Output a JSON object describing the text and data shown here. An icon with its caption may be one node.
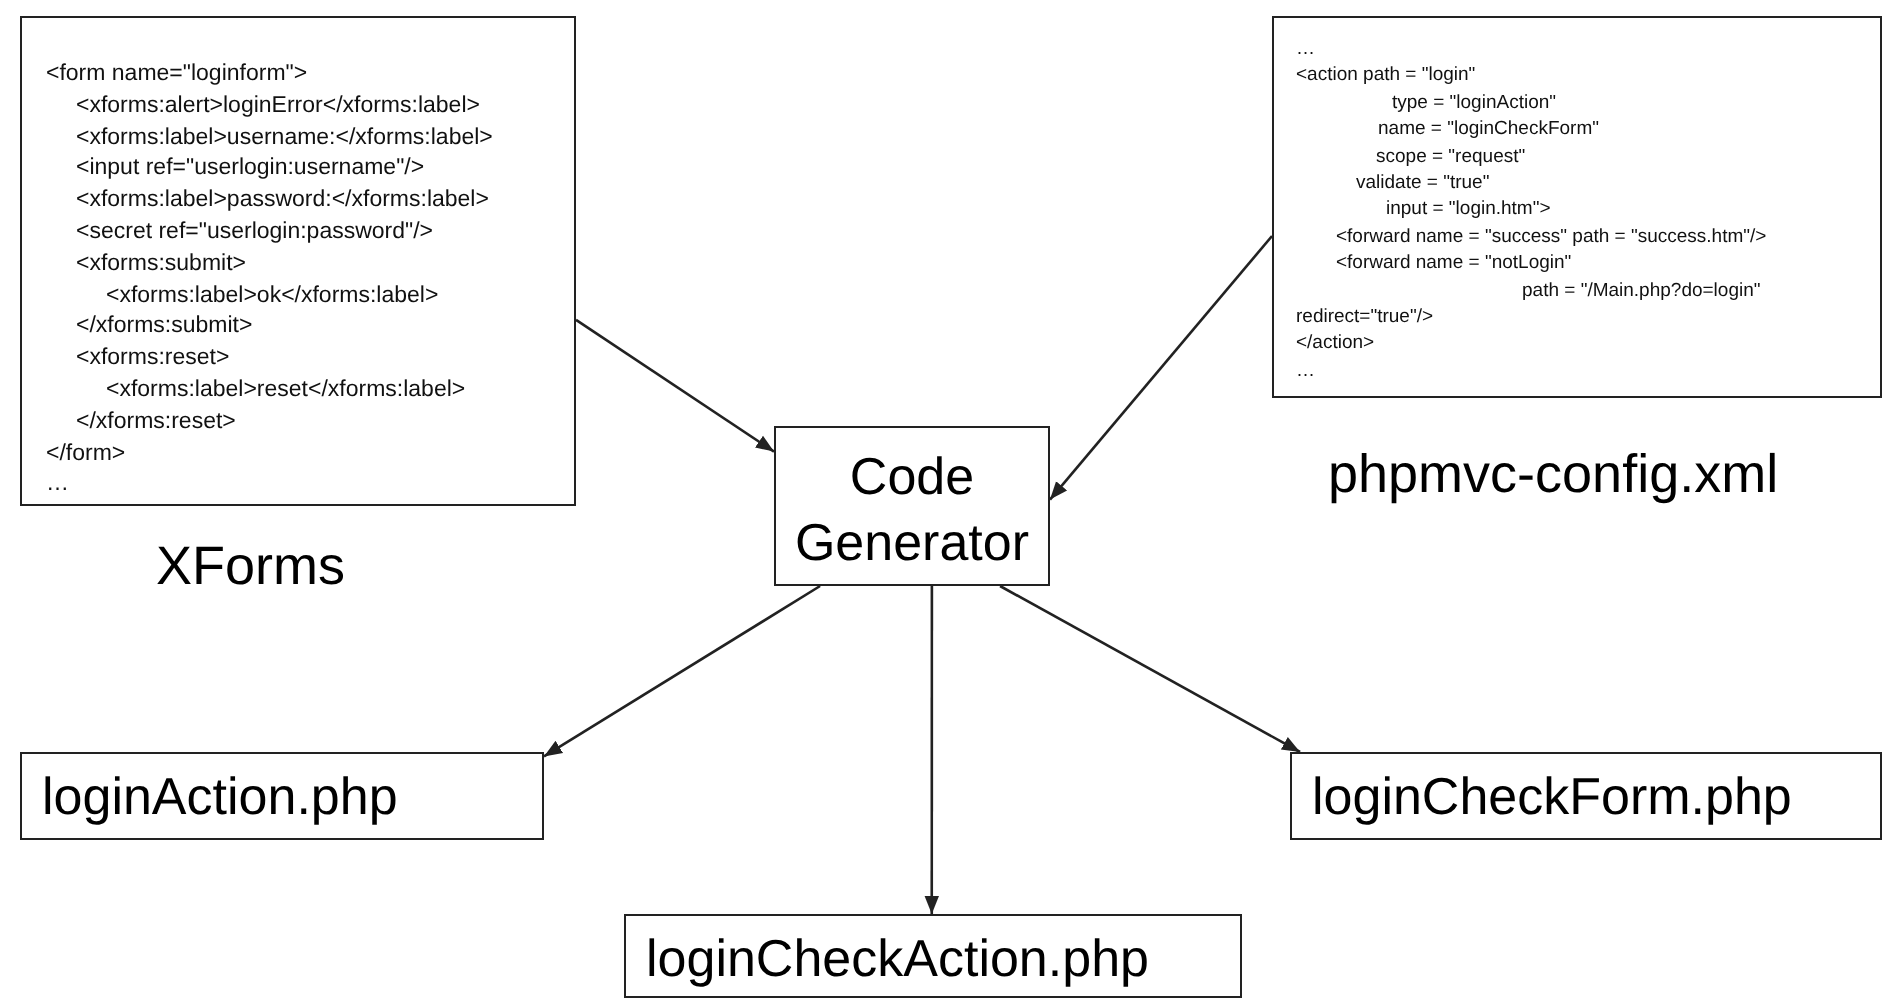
{
  "diagram": {
    "nodes": [
      {
        "text": [
          "<form name=\"loginform\">",
          "<xforms:alert>loginError</xforms:label>",
          "<xforms:label>username:</xforms:label>",
          "<input ref=\"userlogin:username\"/>",
          "<xforms:label>password:</xforms:label>",
          "<secret ref=\"userlogin:password\"/>",
          "<xforms:submit>",
          "<xforms:label>ok</xforms:label>",
          "</xforms:submit>",
          "<xforms:reset>",
          "<xforms:label>reset</xforms:label>",
          "</xforms:reset>",
          "</form>",
          "…"
        ],
        "beside": [
          "XForms"
        ]
      },
      {
        "text": [
          "…",
          "<action  path = \"login\"",
          "type = \"loginAction\"",
          "name = \"loginCheckForm\"",
          "scope = \"request\"",
          "validate = \"true\"",
          "input = \"login.htm\">",
          "<forward name = \"success\" path = \"success.htm\"/>",
          "<forward name = \"notLogin\"",
          "path = \"/Main.php?do=login\"",
          "redirect=\"true\"/>",
          "</action>",
          "…"
        ],
        "beside": [
          "phpmvc-config.xml"
        ]
      },
      {
        "text": [
          "Code Generator"
        ]
      },
      {
        "text": [
          "loginAction.php"
        ]
      },
      {
        "text": [
          "loginCheckAction.php"
        ]
      },
      {
        "text": [
          "loginCheckForm.php"
        ]
      }
    ],
    "edges": [
      {
        "from": 0,
        "to": 2,
        "arrow": "to"
      },
      {
        "from": 1,
        "to": 2,
        "arrow": "to"
      },
      {
        "from": 2,
        "to": 3,
        "arrow": "to"
      },
      {
        "from": 2,
        "to": 4,
        "arrow": "to"
      },
      {
        "from": 2,
        "to": 5,
        "arrow": "to"
      }
    ]
  }
}
